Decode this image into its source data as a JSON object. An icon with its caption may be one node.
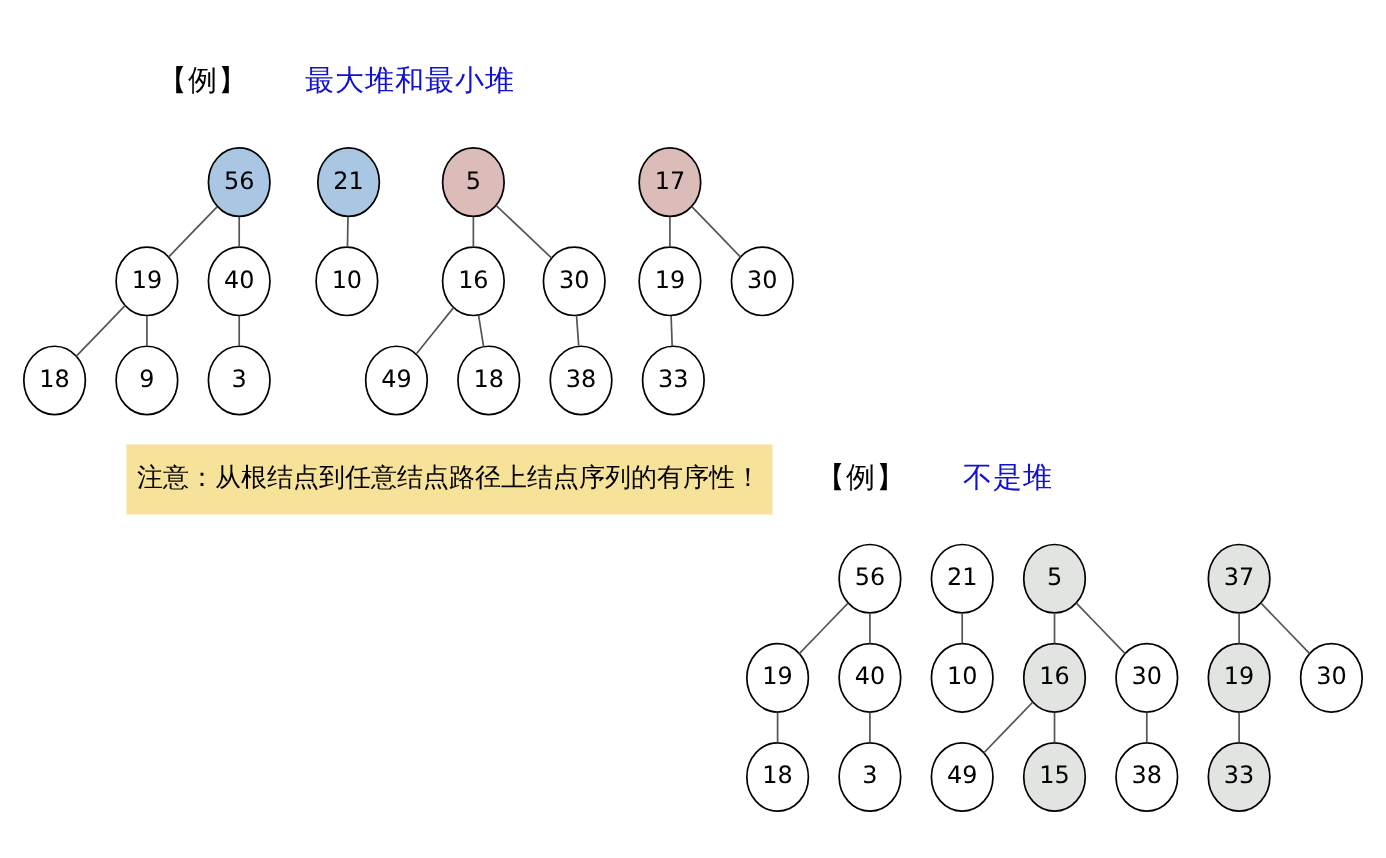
{
  "diagram": {
    "nodes": [
      {
        "text": [
          "56"
        ]
      },
      {
        "text": [
          "19"
        ]
      },
      {
        "text": [
          "40"
        ]
      },
      {
        "text": [
          "18"
        ]
      },
      {
        "text": [
          "9"
        ]
      },
      {
        "text": [
          "3"
        ]
      },
      {
        "text": [
          "21"
        ]
      },
      {
        "text": [
          "10"
        ]
      },
      {
        "text": [
          "5"
        ]
      },
      {
        "text": [
          "16"
        ]
      },
      {
        "text": [
          "30"
        ]
      },
      {
        "text": [
          "49"
        ]
      },
      {
        "text": [
          "18"
        ]
      },
      {
        "text": [
          "38"
        ]
      },
      {
        "text": [
          "17"
        ]
      },
      {
        "text": [
          "19"
        ]
      },
      {
        "text": [
          "30"
        ]
      },
      {
        "text": [
          "33"
        ]
      },
      {
        "text": [
          "56"
        ]
      },
      {
        "text": [
          "19"
        ]
      },
      {
        "text": [
          "40"
        ]
      },
      {
        "text": [
          "18"
        ]
      },
      {
        "text": [
          "3"
        ]
      },
      {
        "text": [
          "21"
        ]
      },
      {
        "text": [
          "10"
        ]
      },
      {
        "text": [
          "5"
        ]
      },
      {
        "text": [
          "16"
        ]
      },
      {
        "text": [
          "30"
        ]
      },
      {
        "text": [
          "49"
        ]
      },
      {
        "text": [
          "15"
        ]
      },
      {
        "text": [
          "38"
        ]
      },
      {
        "text": [
          "37"
        ]
      },
      {
        "text": [
          "19"
        ]
      },
      {
        "text": [
          "30"
        ]
      },
      {
        "text": [
          "33"
        ]
      },
      {
        "text": [
          "注意：从根结点到任意结点路径上结点序列的有序性！"
        ]
      }
    ],
    "edges": [
      {
        "from": 0,
        "to": 1,
        "arrow": "none"
      },
      {
        "from": 0,
        "to": 2,
        "arrow": "none"
      },
      {
        "from": 1,
        "to": 3,
        "arrow": "none"
      },
      {
        "from": 1,
        "to": 4,
        "arrow": "none"
      },
      {
        "from": 2,
        "to": 5,
        "arrow": "none"
      },
      {
        "from": 6,
        "to": 7,
        "arrow": "none"
      },
      {
        "from": 8,
        "to": 9,
        "arrow": "none"
      },
      {
        "from": 8,
        "to": 10,
        "arrow": "none"
      },
      {
        "from": 9,
        "to": 11,
        "arrow": "none"
      },
      {
        "from": 9,
        "to": 12,
        "arrow": "none"
      },
      {
        "from": 10,
        "to": 13,
        "arrow": "none"
      },
      {
        "from": 14,
        "to": 15,
        "arrow": "none"
      },
      {
        "from": 14,
        "to": 16,
        "arrow": "none"
      },
      {
        "from": 15,
        "to": 17,
        "arrow": "none"
      },
      {
        "from": 18,
        "to": 19,
        "arrow": "none"
      },
      {
        "from": 18,
        "to": 20,
        "arrow": "none"
      },
      {
        "from": 19,
        "to": 21,
        "arrow": "none"
      },
      {
        "from": 20,
        "to": 22,
        "arrow": "none"
      },
      {
        "from": 23,
        "to": 24,
        "arrow": "none"
      },
      {
        "from": 25,
        "to": 26,
        "arrow": "none"
      },
      {
        "from": 25,
        "to": 27,
        "arrow": "none"
      },
      {
        "from": 26,
        "to": 28,
        "arrow": "none"
      },
      {
        "from": 26,
        "to": 29,
        "arrow": "none"
      },
      {
        "from": 27,
        "to": 30,
        "arrow": "none"
      },
      {
        "from": 31,
        "to": 32,
        "arrow": "none"
      },
      {
        "from": 31,
        "to": 33,
        "arrow": "none"
      },
      {
        "from": 32,
        "to": 34,
        "arrow": "none"
      }
    ],
    "labels": [
      "【例】",
      "最大堆和最小堆",
      "【例】",
      "不是堆"
    ]
  }
}
